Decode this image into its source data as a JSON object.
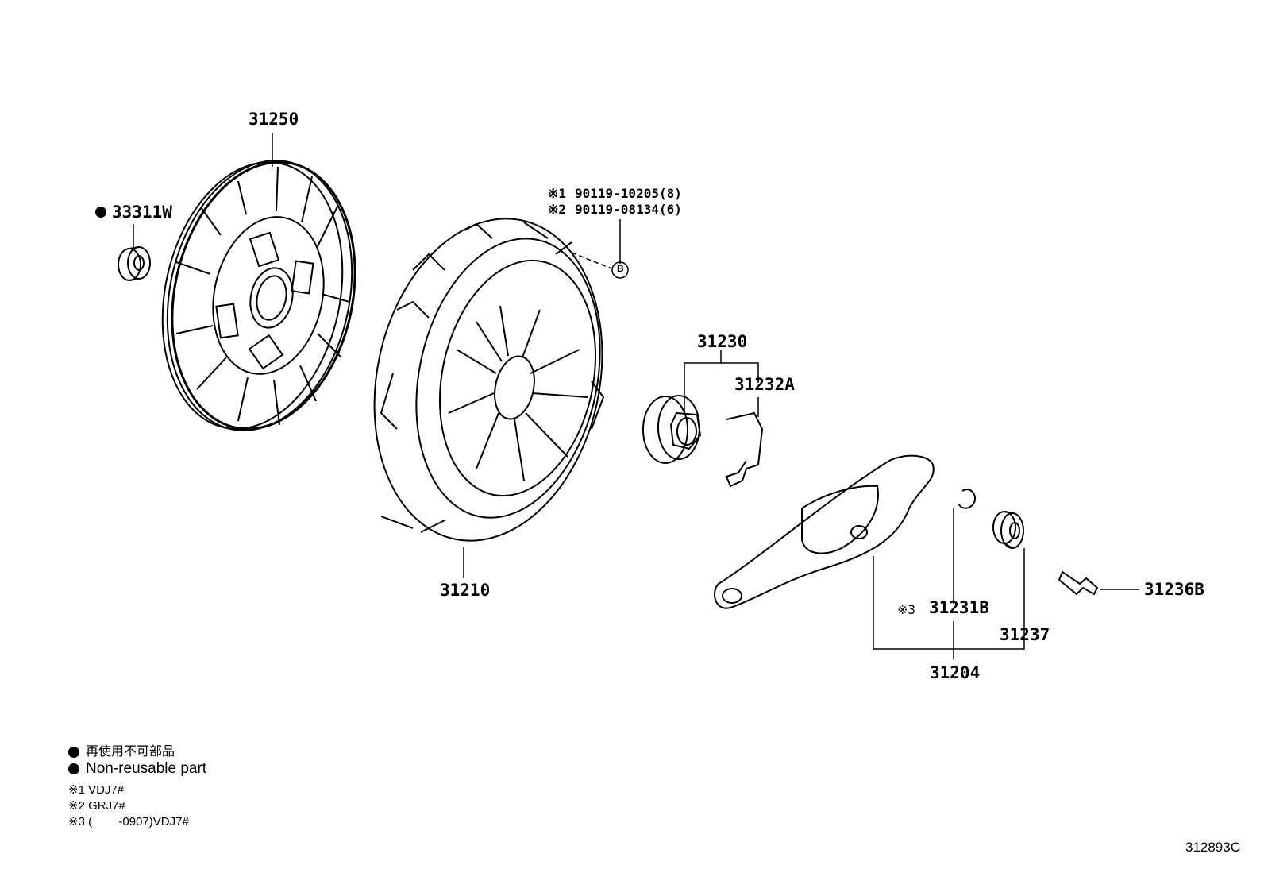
{
  "parts": {
    "disc": "31250",
    "bearing_pilot": "33311W",
    "cover": "31210",
    "bolt_1": "90119-10205(8)",
    "bolt_2": "90119-08134(6)",
    "bolt_1_mark": "※1",
    "bolt_2_mark": "※2",
    "ref_b": "B",
    "release_bearing": "31230",
    "clip": "31232A",
    "fork_sub": "31204",
    "boot_mark": "※3",
    "boot": "31231B",
    "support": "31237",
    "stud": "31236B"
  },
  "legend": {
    "jp": "再使用不可部品",
    "en": "Non-reusable part",
    "n1": "※1  VDJ7#",
    "n2": "※2  GRJ7#",
    "n3": "※3 (        -0907)VDJ7#"
  },
  "diagram_id": "312893C"
}
